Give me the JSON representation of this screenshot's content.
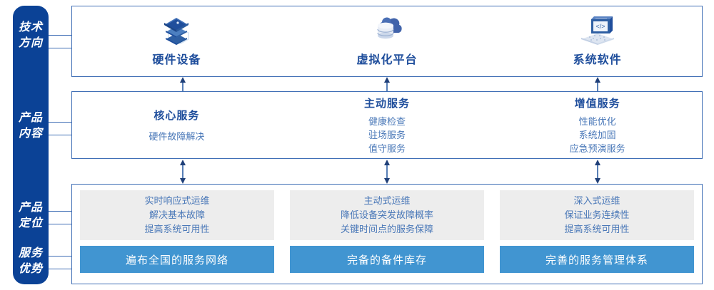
{
  "rail": {
    "items": [
      {
        "id": "tech-direction",
        "label": "技术\n方向"
      },
      {
        "id": "product-content",
        "label": "产品\n内容"
      },
      {
        "id": "product-position",
        "label": "产品\n定位"
      },
      {
        "id": "service-advantage",
        "label": "服务\n优势"
      }
    ]
  },
  "tech_row": {
    "columns": [
      {
        "icon": "server-stack-icon",
        "label": "硬件设备"
      },
      {
        "icon": "cloud-database-icon",
        "label": "虚拟化平台"
      },
      {
        "icon": "laptop-code-icon",
        "label": "系统软件"
      }
    ]
  },
  "product_row": {
    "columns": [
      {
        "title": "核心服务",
        "items": [
          "硬件故障解决"
        ]
      },
      {
        "title": "主动服务",
        "items": [
          "健康检查",
          "驻场服务",
          "值守服务"
        ]
      },
      {
        "title": "增值服务",
        "items": [
          "性能优化",
          "系统加固",
          "应急预演服务"
        ]
      }
    ]
  },
  "lower_row": {
    "columns": [
      {
        "positioning": [
          "实时响应式运维",
          "解决基本故障",
          "提高系统可用性"
        ],
        "advantage": "遍布全国的服务网络"
      },
      {
        "positioning": [
          "主动式运维",
          "降低设备突发故障概率",
          "关键时间点的服务保障"
        ],
        "advantage": "完备的备件库存"
      },
      {
        "positioning": [
          "深入式运维",
          "保证业务连续性",
          "提高系统可用性"
        ],
        "advantage": "完善的服务管理体系"
      }
    ]
  },
  "colors": {
    "rail_blue": "#0B4296",
    "border_blue": "#3F6EB5",
    "title_blue": "#1F4E9C",
    "text_blue": "#4A78B8",
    "bar_blue": "#4195D1",
    "card_gray": "#EDEDED"
  }
}
